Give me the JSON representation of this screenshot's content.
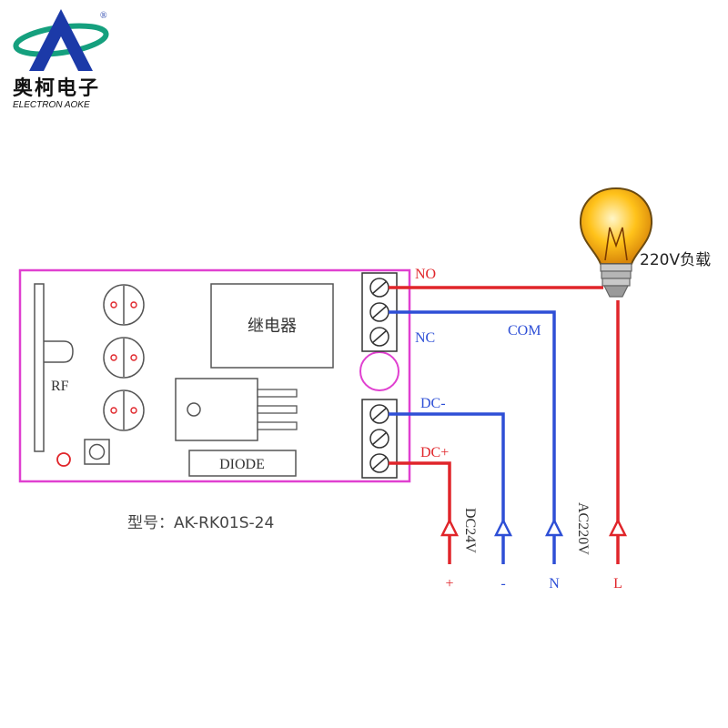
{
  "logo": {
    "brand_cn": "奥柯电子",
    "brand_en": "ELECTRON AOKE",
    "registered": "®"
  },
  "board": {
    "rf_label": "RF",
    "relay_label": "继电器",
    "diode_label": "DIODE",
    "terminals_top": [
      "NO",
      "NC"
    ],
    "terminals_bottom": [
      "DC-",
      "DC+"
    ]
  },
  "model": {
    "text": "型号：AK-RK01S-24"
  },
  "wiring": {
    "com_label": "COM",
    "dc_label": "DC24V",
    "ac_label": "AC220V",
    "load_label": "220V负载",
    "ends": [
      "+",
      "-",
      "N",
      "L"
    ]
  },
  "colors": {
    "board": "#e040d0",
    "hot_wire": "#e0252a",
    "neutral_wire": "#2e4fd6",
    "logo_blue": "#1c3aa8",
    "logo_green": "#15a07e"
  }
}
